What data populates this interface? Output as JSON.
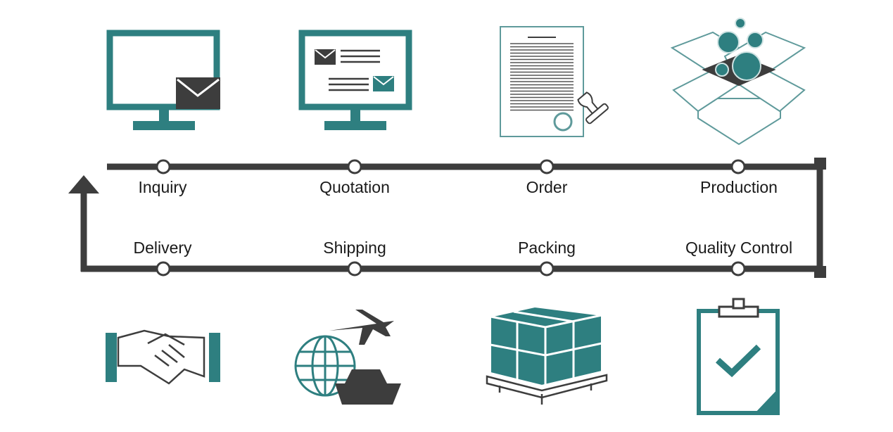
{
  "title": "Order process cycle",
  "colors": {
    "accent": "#2e7f80",
    "line": "#3d3d3d"
  },
  "top_steps": [
    {
      "label": "Inquiry",
      "icon": "monitor-mail-icon"
    },
    {
      "label": "Quotation",
      "icon": "monitor-messages-icon"
    },
    {
      "label": "Order",
      "icon": "contract-stamp-icon"
    },
    {
      "label": "Production",
      "icon": "open-box-icon"
    }
  ],
  "bottom_steps": [
    {
      "label": "Delivery",
      "icon": "handshake-icon"
    },
    {
      "label": "Shipping",
      "icon": "globe-plane-ship-icon"
    },
    {
      "label": "Packing",
      "icon": "pallet-boxes-icon"
    },
    {
      "label": "Quality Control",
      "icon": "clipboard-check-icon"
    }
  ]
}
